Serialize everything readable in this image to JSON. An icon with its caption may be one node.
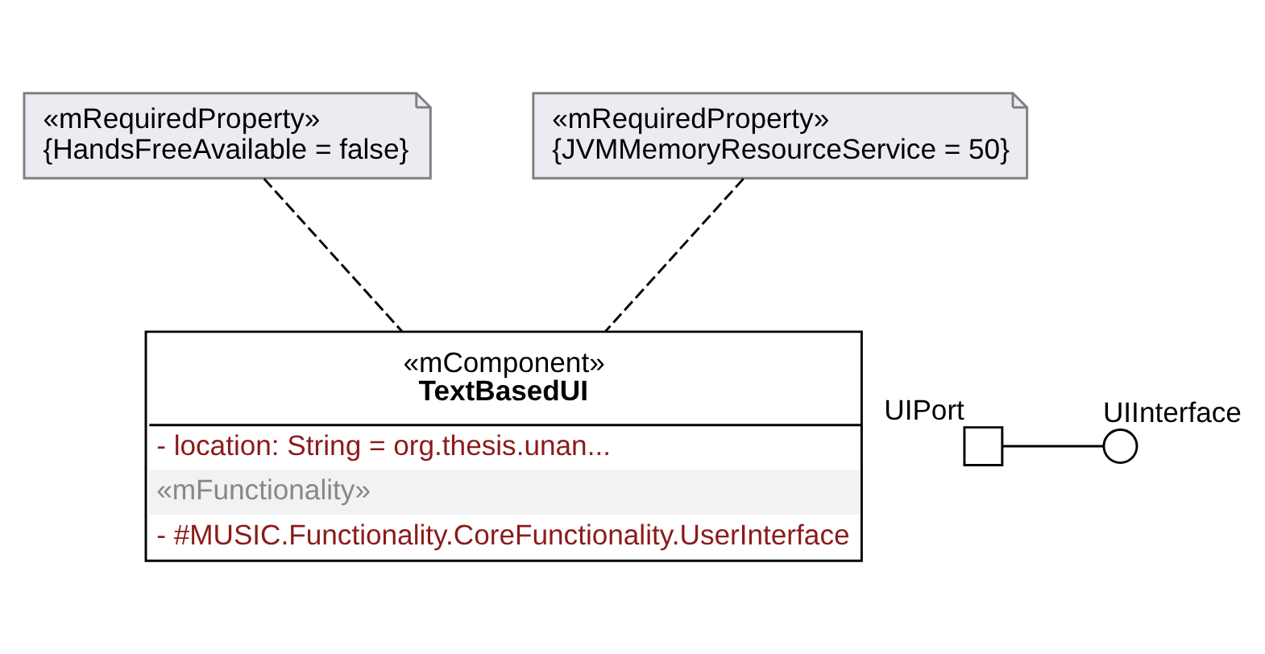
{
  "diagram": {
    "nodes": [
      {
        "text": [
          "«mRequiredProperty»",
          "{HandsFreeAvailable = false}"
        ]
      },
      {
        "text": [
          "«mRequiredProperty»",
          "{JVMMemoryResourceService = 50}"
        ]
      },
      {
        "text": [
          "«mComponent»",
          "TextBasedUI",
          "- location: String = org.thesis.unan...",
          "«mFunctionality»",
          "- #MUSIC.Functionality.CoreFunctionality.UserInterface"
        ]
      },
      {
        "text": [],
        "shape": "box",
        "beside": [
          "UIPort"
        ]
      },
      {
        "text": [],
        "shape": "circle",
        "beside": [
          "UIInterface"
        ]
      }
    ],
    "edges": [
      {
        "from": 0,
        "to": 2,
        "arrow": "none",
        "style": "dashed"
      },
      {
        "from": 1,
        "to": 2,
        "arrow": "none",
        "style": "dashed"
      },
      {
        "from": 3,
        "to": 4,
        "arrow": "none"
      }
    ]
  }
}
